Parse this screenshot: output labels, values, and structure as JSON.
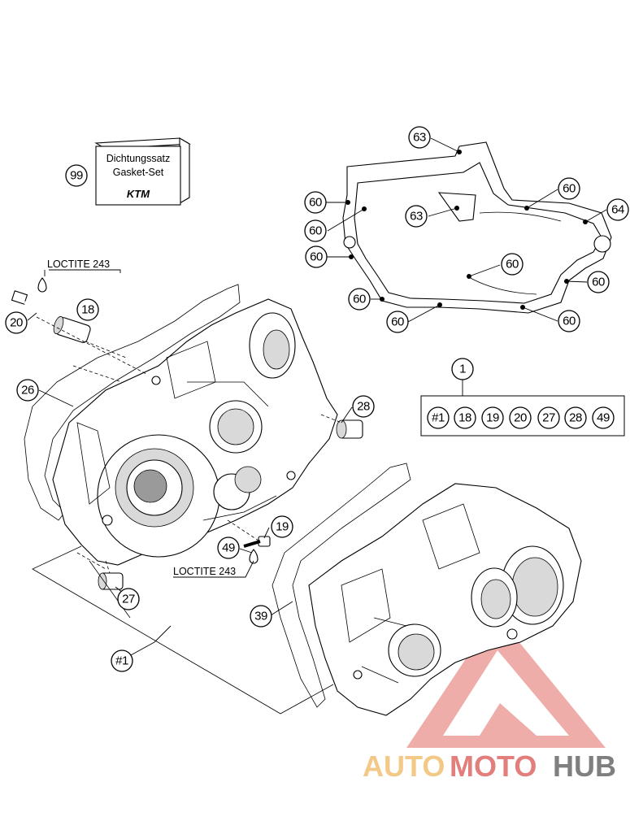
{
  "gasket_box": {
    "line1": "Dichtungssatz",
    "line2": "Gasket-Set",
    "brand": "KTM"
  },
  "labels": {
    "loctite_top": "LOCTITE 243",
    "loctite_bottom": "LOCTITE 243"
  },
  "callouts": {
    "c99": "99",
    "c20": "20",
    "c18": "18",
    "c26": "26",
    "c28": "28",
    "c19": "19",
    "c49": "49",
    "c27": "27",
    "c39": "39",
    "chash1": "#1",
    "c63a": "63",
    "c63b": "63",
    "c60a": "60",
    "c60b": "60",
    "c60c": "60",
    "c60d": "60",
    "c60e": "60",
    "c60f": "60",
    "c60g": "60",
    "c60h": "60",
    "c60i": "60",
    "c64": "64",
    "c1": "1"
  },
  "kit": {
    "items": [
      "#1",
      "18",
      "19",
      "20",
      "27",
      "28",
      "49"
    ]
  },
  "watermark": {
    "part1": "AUTO",
    "part2": "MOTO",
    "part3": "HUB"
  },
  "colors": {
    "watermark_red": "#d9534f",
    "watermark_orange": "#f0b860",
    "watermark_gray": "#555555"
  }
}
